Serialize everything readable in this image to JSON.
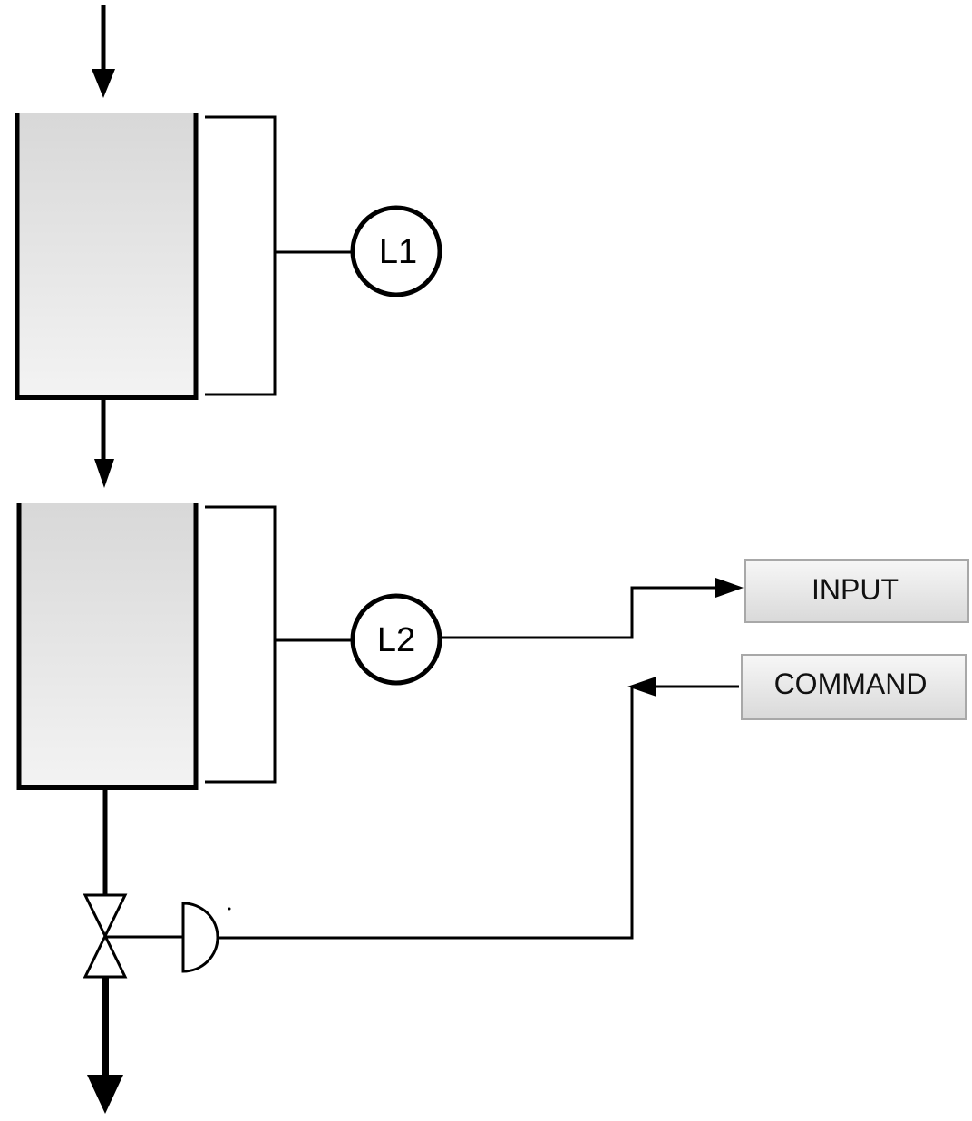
{
  "instruments": {
    "level_1": "L1",
    "level_2": "L2"
  },
  "signals": {
    "input_label": "INPUT",
    "command_label": "COMMAND"
  },
  "colors": {
    "line": "#000000",
    "tank_fill_top": "#d8d8d8",
    "tank_fill_bottom": "#f3f3f3",
    "box_fill_top": "#f5f5f5",
    "box_fill_bottom": "#dcdcdc",
    "box_border": "#a8a8a8"
  }
}
